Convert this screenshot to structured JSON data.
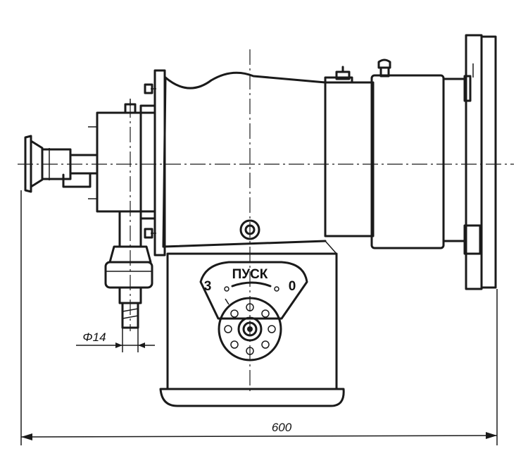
{
  "labels": {
    "start": "ПУСК",
    "pos_left": "3",
    "pos_right": "0",
    "diameter": "Φ14",
    "overall_length": "600"
  },
  "colors": {
    "ink": "#1a1a1a",
    "paper": "#ffffff"
  }
}
